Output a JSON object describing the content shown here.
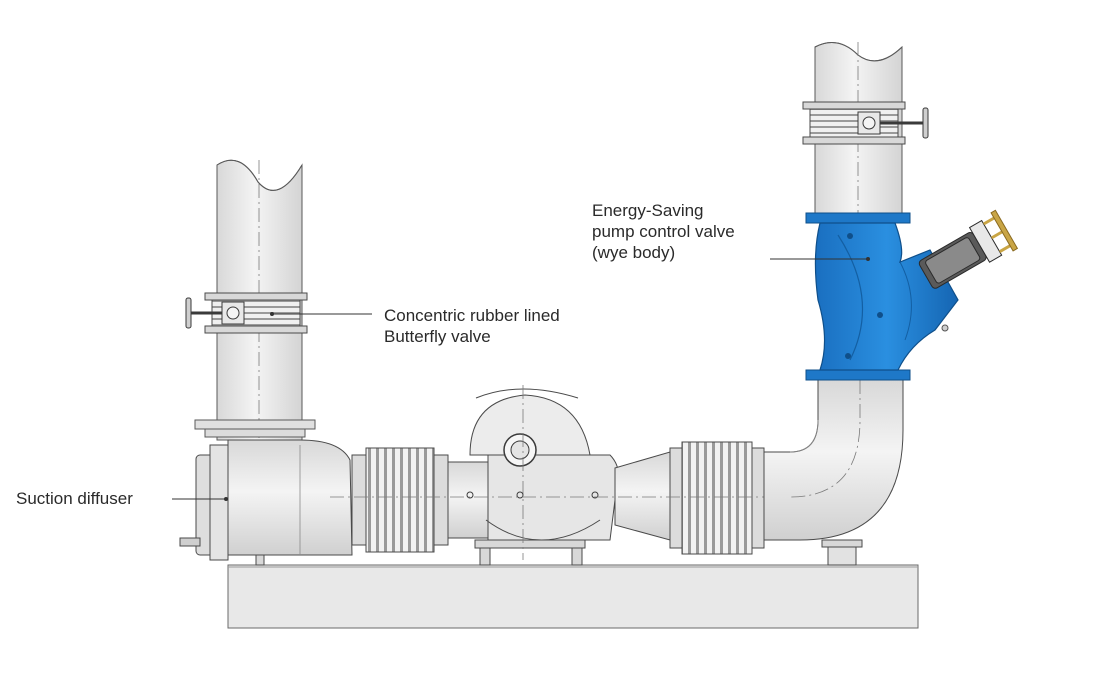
{
  "labels": {
    "butterfly_valve": {
      "line1": "Concentric rubber lined",
      "line2": "Butterfly valve"
    },
    "pump_control_valve": {
      "line1": "Energy-Saving",
      "line2": "pump control valve",
      "line3": "(wye body)"
    },
    "suction_diffuser": {
      "line1": "Suction diffuser"
    }
  },
  "colors": {
    "pipe_fill": "#ebebeb",
    "outline": "#5a5a5a",
    "valve_blue": "#1e7fd0",
    "valve_blue_dark": "#135fa3",
    "leader_line": "#333333",
    "actuator_brass": "#c9a545"
  }
}
